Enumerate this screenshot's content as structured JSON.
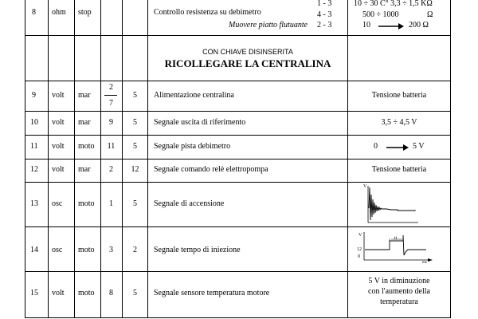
{
  "rows": [
    {
      "n": "8",
      "unit": "ohm",
      "cond": "stop",
      "desc": "Controllo resistenza su debimetro",
      "pins_lines": [
        "1 - 3",
        "4 - 3",
        "2 - 3"
      ],
      "float_label": "Muovere piatto flutuante",
      "val_lines": [
        "10 ÷ 30 C°  3,3 ÷ 1,5 KΩ",
        "500 ÷ 1000",
        "Ω",
        "10",
        "200  Ω"
      ]
    },
    {
      "note_small": "CON CHIAVE DISINSERITA",
      "note_big": "RICOLLEGARE LA CENTRALINA"
    },
    {
      "n": "9",
      "unit": "volt",
      "cond": "mar",
      "p1_top": "2",
      "p1_bot": "7",
      "p2": "5",
      "desc": "Alimentazione centralina",
      "val": "Tensione batteria"
    },
    {
      "n": "10",
      "unit": "volt",
      "cond": "mar",
      "p1": "9",
      "p2": "5",
      "desc": "Segnale uscita di riferimento",
      "val": "3,5  ÷  4,5  V"
    },
    {
      "n": "11",
      "unit": "volt",
      "cond": "moto",
      "p1": "11",
      "p2": "5",
      "desc": "Segnale pista debimetro",
      "val_a": "0",
      "val_b": "5 V"
    },
    {
      "n": "12",
      "unit": "volt",
      "cond": "mar",
      "p1": "2",
      "p2": "12",
      "desc": "Segnale comando relè elettropompa",
      "val": "Tensione batteria"
    },
    {
      "n": "13",
      "unit": "osc",
      "cond": "moto",
      "p1": "1",
      "p2": "5",
      "desc": "Segnale di accensione",
      "wave_axis": "V"
    },
    {
      "n": "14",
      "unit": "osc",
      "cond": "moto",
      "p1": "3",
      "p2": "2",
      "desc": "Segnale tempo di iniezione",
      "wave_v": "V",
      "wave_12": "12",
      "wave_0": "0",
      "wave_ti": "ti",
      "wave_ms": "ms"
    },
    {
      "n": "15",
      "unit": "volt",
      "cond": "moto",
      "p1": "8",
      "p2": "5",
      "desc": "Segnale sensore temperatura motore",
      "val_lines": [
        "5  V in diminuzione",
        "con l'aumento della",
        "temperatura"
      ]
    }
  ]
}
